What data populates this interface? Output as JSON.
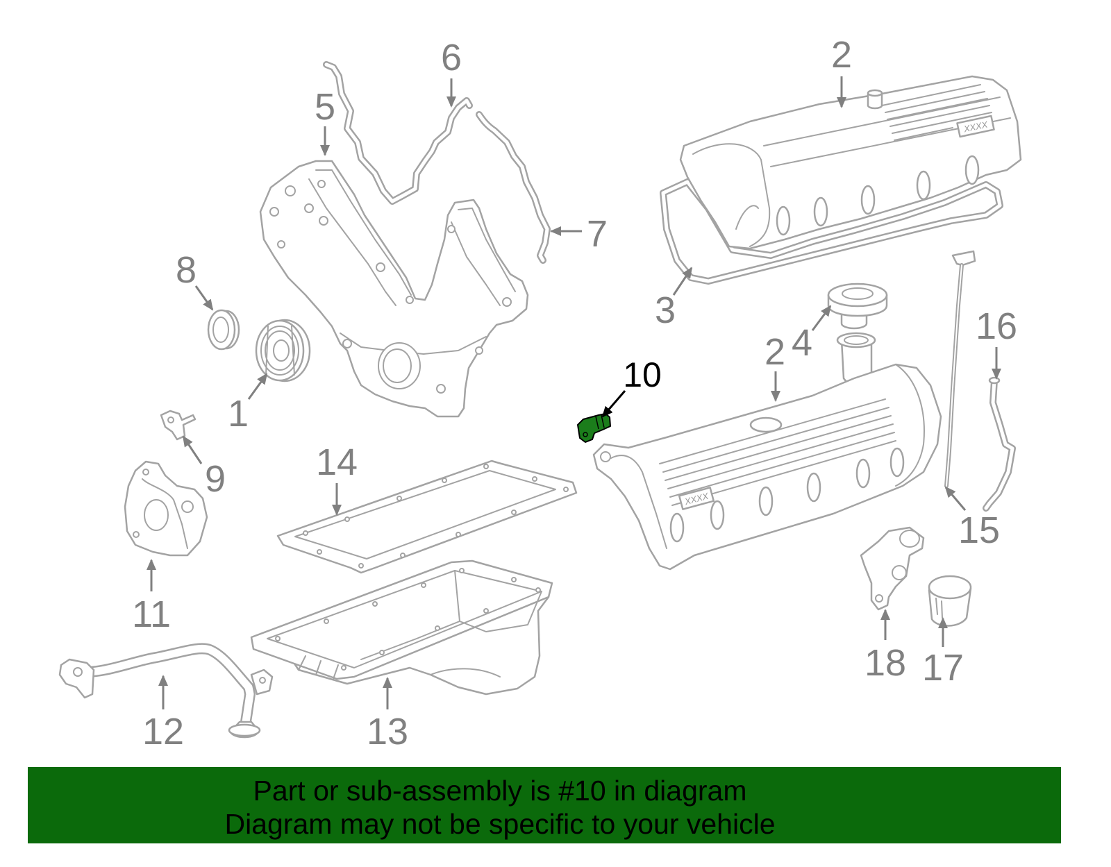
{
  "diagram": {
    "callouts": [
      {
        "label": "6",
        "highlighted": false
      },
      {
        "label": "2",
        "highlighted": false
      },
      {
        "label": "5",
        "highlighted": false
      },
      {
        "label": "7",
        "highlighted": false
      },
      {
        "label": "8",
        "highlighted": false
      },
      {
        "label": "3",
        "highlighted": false
      },
      {
        "label": "4",
        "highlighted": false
      },
      {
        "label": "2",
        "highlighted": false
      },
      {
        "label": "16",
        "highlighted": false
      },
      {
        "label": "10",
        "highlighted": true
      },
      {
        "label": "1",
        "highlighted": false
      },
      {
        "label": "9",
        "highlighted": false
      },
      {
        "label": "14",
        "highlighted": false
      },
      {
        "label": "15",
        "highlighted": false
      },
      {
        "label": "11",
        "highlighted": false
      },
      {
        "label": "18",
        "highlighted": false
      },
      {
        "label": "17",
        "highlighted": false
      },
      {
        "label": "12",
        "highlighted": false
      },
      {
        "label": "13",
        "highlighted": false
      }
    ],
    "part_tag": "XXXX"
  },
  "banner": {
    "line1": "Part or sub-assembly is #10 in diagram",
    "line2": "Diagram may not be specific to your vehicle"
  },
  "colors": {
    "part_line": "#a3a3a3",
    "callout_text": "#808080",
    "highlight_text": "#000000",
    "highlight_part": "#1b7d1b",
    "banner_background": "#0b6a0b"
  }
}
